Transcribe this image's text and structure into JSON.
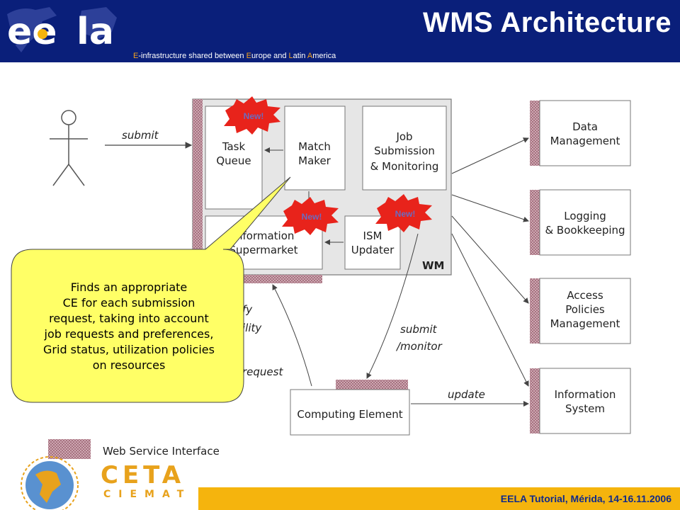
{
  "header": {
    "title": "WMS Architecture",
    "subtitle_parts": [
      "E",
      "-infrastructure shared between ",
      "E",
      "urope and ",
      "L",
      "atin ",
      "A",
      "merica"
    ],
    "logo_left": "ee",
    "logo_right": "la"
  },
  "diagram": {
    "wm_label": "WM",
    "task_queue": [
      "Task",
      "Queue"
    ],
    "match_maker": [
      "Match",
      "Maker"
    ],
    "job_submission": [
      "Job",
      "Submission",
      "& Monitoring"
    ],
    "information_supermarket": [
      "Information",
      "Supermarket"
    ],
    "ism_updater": [
      "ISM",
      "Updater"
    ],
    "data_management": [
      "Data",
      "Management"
    ],
    "logging": [
      "Logging",
      "& Bookkeeping"
    ],
    "access_policies": [
      "Access",
      "Policies",
      "Management"
    ],
    "information_system": [
      "Information",
      "System"
    ],
    "computing_element": "Computing Element",
    "submit_label": "submit",
    "submit_monitor": [
      "submit",
      "/monitor"
    ],
    "update_label": "update",
    "partial_labels": [
      "fy",
      "ility",
      "request"
    ],
    "new_badge": "New!",
    "legend": "Web Service Interface"
  },
  "callout": {
    "lines": [
      "Finds an appropriate",
      "CE for each submission",
      "request, taking into account",
      "job requests and preferences,",
      "Grid status, utilization policies",
      "on resources"
    ]
  },
  "footer": {
    "text": "EELA Tutorial, Mérida, 14-16.11.2006",
    "ceta_top": "CETA",
    "ceta_bottom": "CIEMAT"
  },
  "colors": {
    "header_bg": "#0a1f7a",
    "footer_bg": "#f5b40d",
    "callout_fill": "#ffff66",
    "new_badge": "#e8231b",
    "interface_pink": "#c89aa6"
  }
}
